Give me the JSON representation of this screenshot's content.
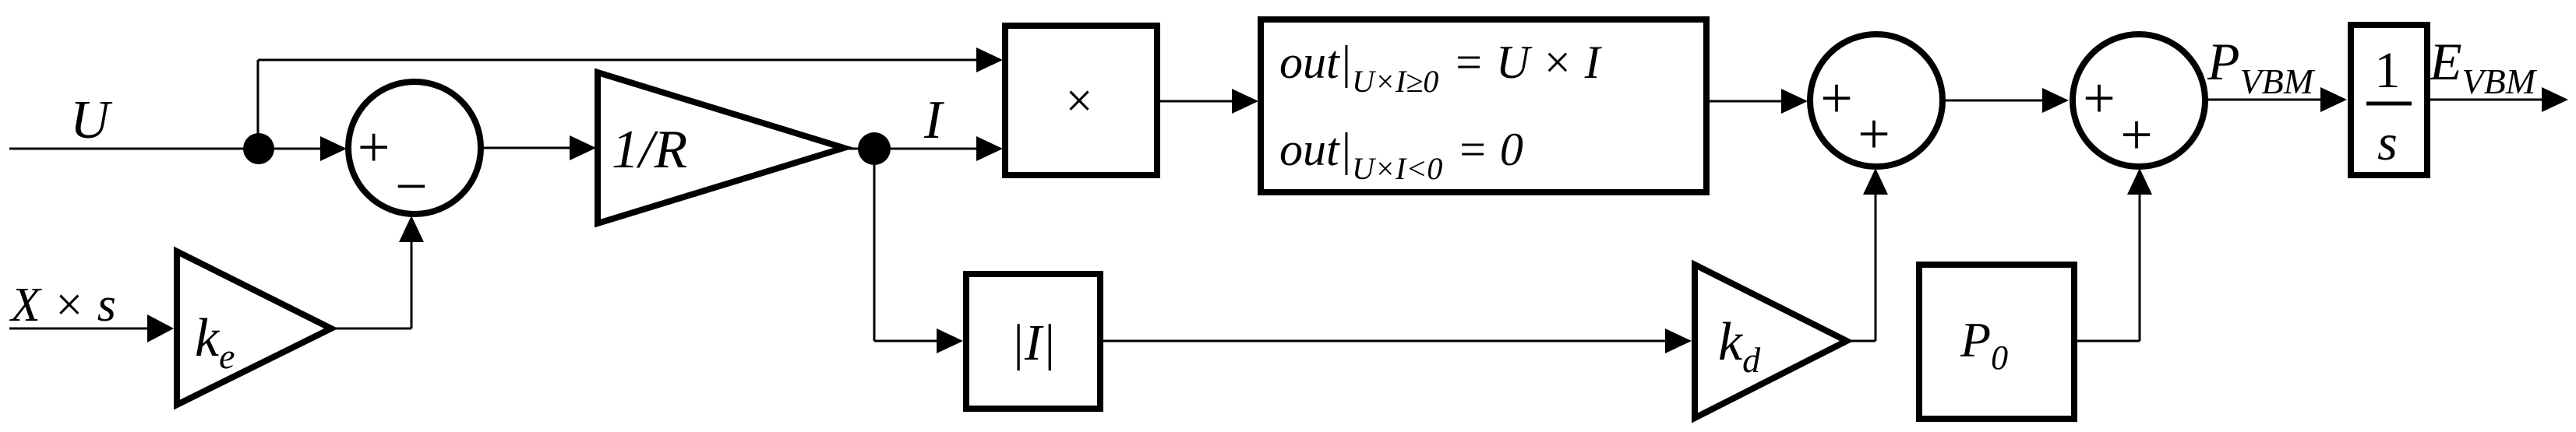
{
  "figure": {
    "type": "signal-flow-block-diagram",
    "background": "#ffffff",
    "line_color": "#000000"
  },
  "labels": {
    "input_u": "U",
    "input_xs": "X × s",
    "gain_r": "1/R",
    "gain_ke_main": "k",
    "gain_ke_sub": "e",
    "gain_kd_main": "k",
    "gain_kd_sub": "d",
    "signal_i": "I",
    "multiply": "×",
    "abs": "|I|",
    "p0_main": "P",
    "p0_sub": "0",
    "integrator_num": "1",
    "integrator_den": "s",
    "output_p_main": "P",
    "output_p_sub": "VBM",
    "output_e_main": "E",
    "output_e_sub": "VBM",
    "eq_line1_prefix": "out|",
    "eq_line1_sub": "U×I≥0",
    "eq_line1_rhs": "= U × I",
    "eq_line2_prefix": "out|",
    "eq_line2_sub": "U×I<0",
    "eq_line2_rhs": "= 0",
    "sum1_sign_left": "+",
    "sum1_sign_bottom": "−",
    "sum2_sign_left": "+",
    "sum2_sign_bottom": "+",
    "sum3_sign_left": "+",
    "sum3_sign_bottom": "+"
  }
}
